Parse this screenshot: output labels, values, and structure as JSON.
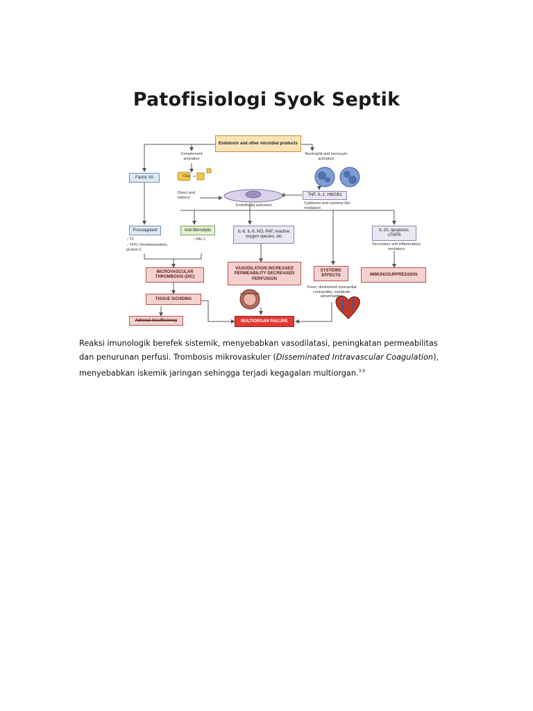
{
  "page": {
    "title": "Patofisiologi Syok Septik"
  },
  "diagram": {
    "nodes": {
      "endotoxin": "Endotoxin and other microbial products",
      "complement": "Complement activation",
      "c5a": "C5a",
      "neutrophil": "Neutrophil and monocyte activation",
      "factor_xii": "Factor XII",
      "direct_indirect": "Direct and indirect",
      "endothelial": "Endothelial activation",
      "tnf": "TNF, IL-1, HMGB1",
      "cytokines": "Cytokines and cytokine-like mediators",
      "procoagulant": "Procoagulant",
      "anti_fibrinolytic": "Anti-fibrinolytic",
      "il6": "IL-6, IL-8, NO, PAF, reactive oxygen species, etc",
      "il10": "IL-10, apoptosis, sTNFR",
      "tf": "TF",
      "tfpi": "TFPI, thrombomodulin, protein C",
      "pai": "PAI-1",
      "secondary": "Secondary anti-inflammatory mediators",
      "micro": "MICROVASCULAR THROMBOSIS (DIC)",
      "vaso": "VASODILATION INCREASED PERMEABILITY DECREASED PERFUSION",
      "systemic": "SYSTEMIC EFFECTS",
      "immuno": "IMMUNOSUPPRESSION",
      "fever": "Fever, diminished myocardial contractility, metabolic abnormalities",
      "tissue": "TISSUE ISCHEMIA",
      "adrenal": "Adrenal insufficiency",
      "mof": "MULTIORGAN FAILURE"
    },
    "glyphs": {
      "up": "↑",
      "down": "↓"
    },
    "colors": {
      "blue_box": "#dce9f5",
      "green_box": "#e3f0d2",
      "lavender_box": "#ebe6f3",
      "pink_box": "#f3d2d0",
      "red_box": "#e23a33",
      "orange_box": "#fbe3b8",
      "arrow": "#555555"
    }
  },
  "caption": {
    "line1": "Reaksi imunologik berefek sistemik, menyebabkan vasodilatasi, peningkatan permeabilitas",
    "line2_a": "dan penurunan perfusi. Trombosis mikrovaskuler (",
    "line2_em": "Disseminated Intravascular Coagulation",
    "line2_b": "),",
    "line3": "menyebabkan iskemik jaringan sehingga terjadi kegagalan multiorgan.",
    "ref": "3,9"
  }
}
